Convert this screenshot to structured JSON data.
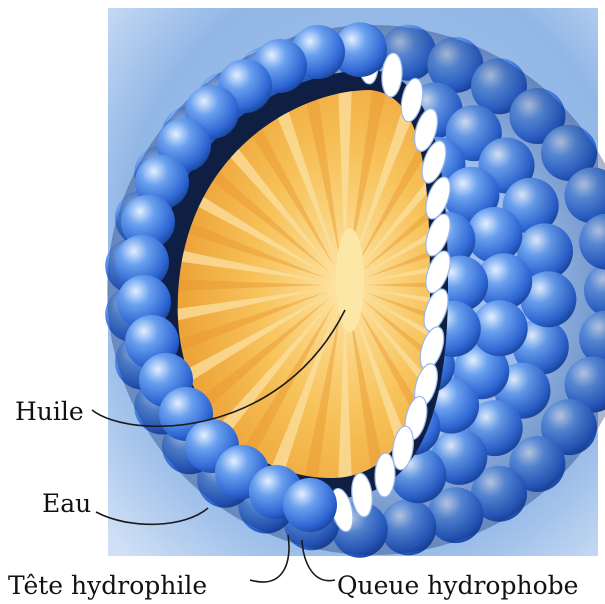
{
  "labels": {
    "oil": "Huile",
    "water": "Eau",
    "head": "Tête hydrophile",
    "tail": "Queue hydrophobe"
  },
  "colors": {
    "water": "#8fb8e8",
    "sphere": "#3f7fe0",
    "sphere_highlight": "#cfe4ff",
    "sphere_shadow": "#1c4fb2",
    "oil": "#f3b13a",
    "oil_light": "#fbe4a8",
    "tail_cut": "#ffffff"
  }
}
